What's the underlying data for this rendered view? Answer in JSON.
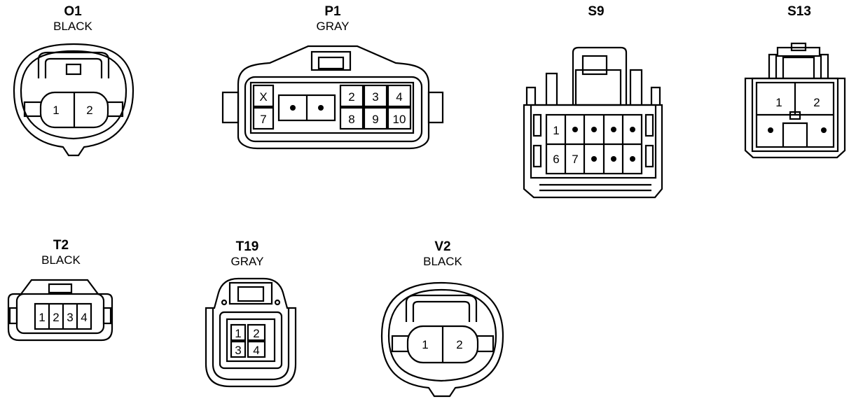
{
  "connectors": {
    "o1": {
      "code": "O1",
      "color": "BLACK",
      "pins": [
        "1",
        "2"
      ]
    },
    "p1": {
      "code": "P1",
      "color": "GRAY",
      "pins": [
        "X",
        "7",
        "2",
        "3",
        "4",
        "8",
        "9",
        "10"
      ]
    },
    "s9": {
      "code": "S9",
      "pins": [
        "1",
        "6",
        "7"
      ]
    },
    "s13": {
      "code": "S13",
      "pins": [
        "1",
        "2"
      ]
    },
    "t2": {
      "code": "T2",
      "color": "BLACK",
      "pins": [
        "1",
        "2",
        "3",
        "4"
      ]
    },
    "t19": {
      "code": "T19",
      "color": "GRAY",
      "pins": [
        "1",
        "2",
        "3",
        "4"
      ]
    },
    "v2": {
      "code": "V2",
      "color": "BLACK",
      "pins": [
        "1",
        "2"
      ]
    }
  }
}
